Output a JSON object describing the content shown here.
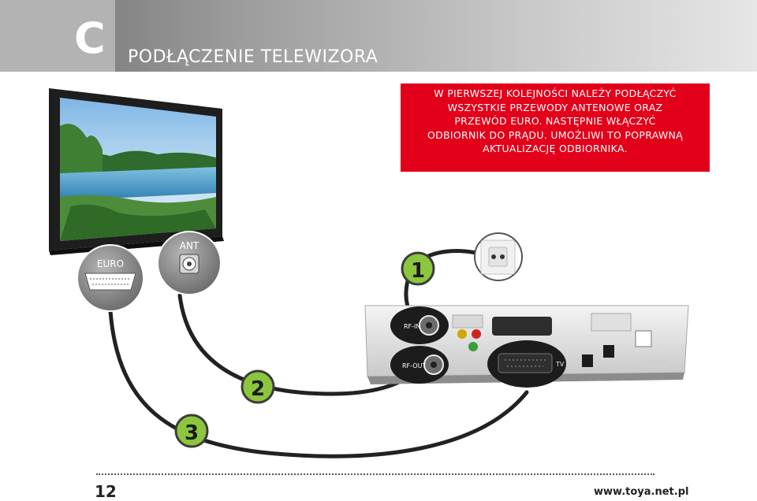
{
  "header": {
    "section_letter": "C",
    "title": "PODŁĄCZENIE TELEWIZORA"
  },
  "info_box": {
    "lines": [
      "W pierwszej kolejności należy podłączyć",
      "wszystkie przewody antenowe oraz",
      "przewód EURO. Następnie włączyć",
      "odbiornik do prądu. Umożliwi to poprawną",
      "aktualizację odbiornika."
    ]
  },
  "connectors": {
    "euro_label": "EURO",
    "ant_label": "ANT"
  },
  "steps": [
    "1",
    "2",
    "3"
  ],
  "receiver_labels": {
    "rf_in": "RF-IN",
    "rf_out": "RF-OUT",
    "tv": "TV"
  },
  "footer": {
    "page_number": "12",
    "website": "www.toya.net.pl"
  },
  "colors": {
    "accent_red": "#e2001a",
    "step_green": "#8cc63f",
    "header_gray": "#9a9a9a"
  }
}
